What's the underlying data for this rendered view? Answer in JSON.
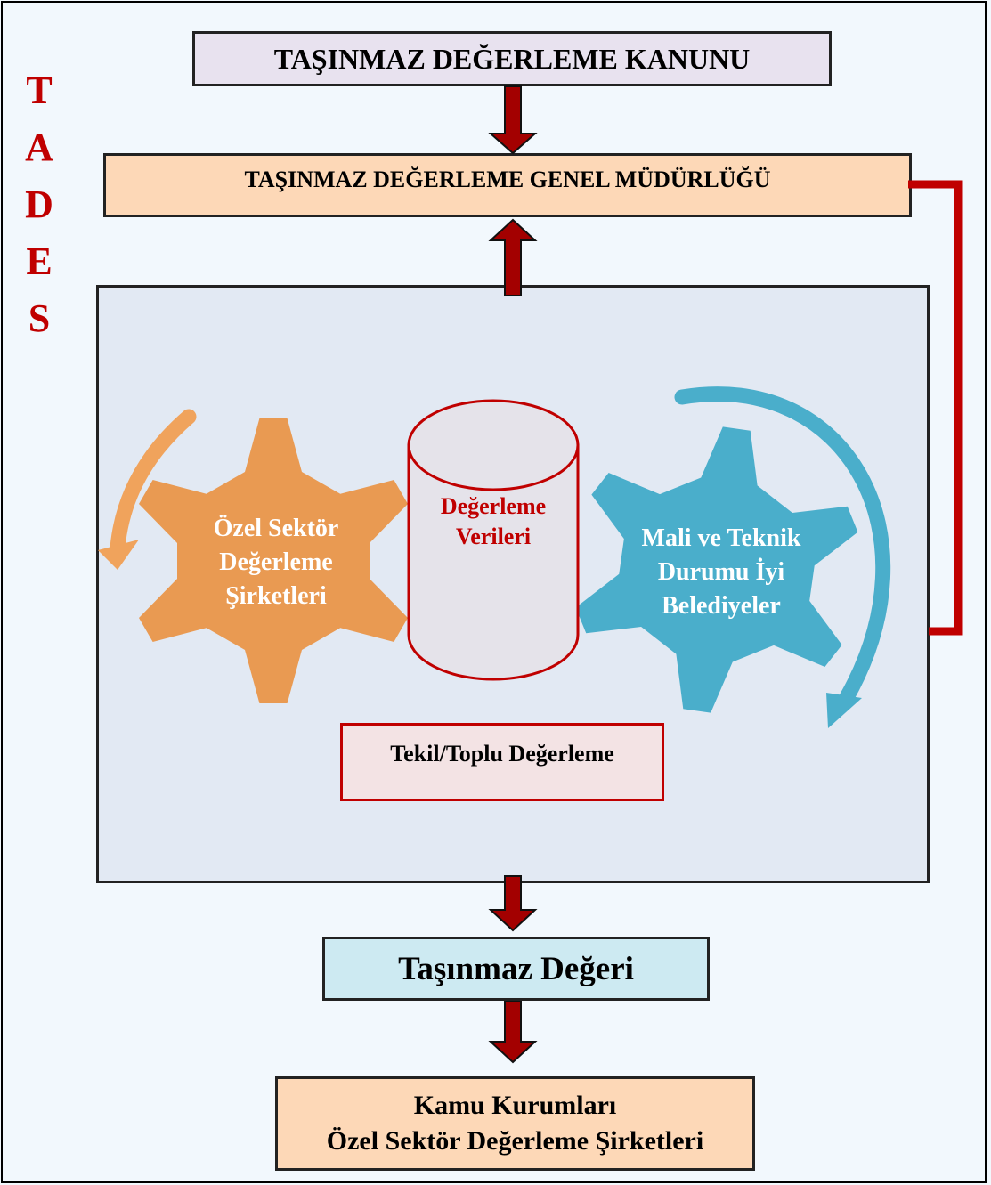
{
  "side_label": {
    "letters": [
      "T",
      "A",
      "D",
      "E",
      "S"
    ]
  },
  "boxes": {
    "kanun": "TAŞINMAZ DEĞERLEME KANUNU",
    "genel_mudurluk": "TAŞINMAZ DEĞERLEME GENEL MÜDÜRLÜĞÜ",
    "tekil_toplu": "Tekil/Toplu Değerleme",
    "tasinmaz_degeri": "Taşınmaz Değeri",
    "kamu_line1": "Kamu Kurumları",
    "kamu_line2": "Özel Sektör Değerleme Şirketleri"
  },
  "gears": {
    "ozel_sektor": {
      "line1": "Özel Sektör",
      "line2": "Değerleme",
      "line3": "Şirketleri",
      "color": "#e99a52"
    },
    "belediyeler": {
      "line1": "Mali ve Teknik",
      "line2": "Durumu İyi",
      "line3": "Belediyeler",
      "color": "#4aaecb"
    }
  },
  "cylinder": {
    "line1": "Değerleme",
    "line2": "Verileri",
    "color": "#c00000"
  },
  "colors": {
    "arrow_fill": "#a30000",
    "connector": "#c00000",
    "kanun_bg": "#e8e2ef",
    "mudurluk_bg": "#fdd8b7",
    "center_bg": "#e2e9f3",
    "tekil_bg": "#f3e3e4",
    "deger_bg": "#cdeaf2",
    "kamu_bg": "#fdd8b7"
  }
}
